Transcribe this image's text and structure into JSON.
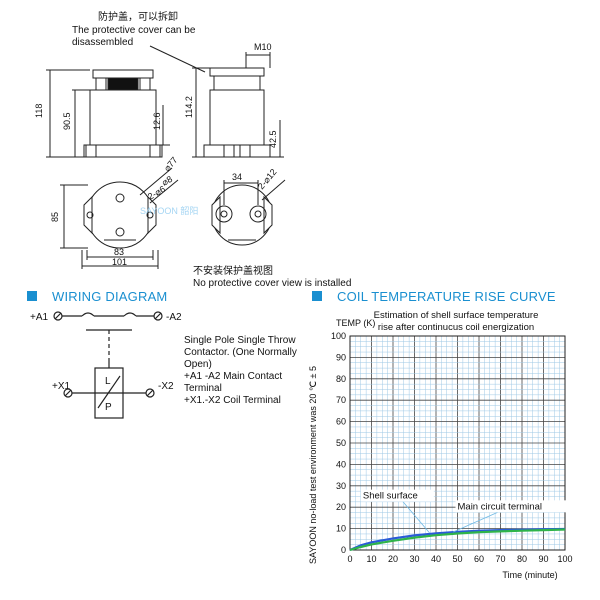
{
  "top_notes": {
    "removable_cover_cn": "防护盖，可以拆卸",
    "removable_cover_en_line1": "The protective cover can be",
    "removable_cover_en_line2": "disassembled",
    "no_cover_cn": "不安装保护盖视图",
    "no_cover_en": "No protective cover view is installed"
  },
  "dimensions": {
    "m10": "M10",
    "d118": "118",
    "d90_5": "90.5",
    "d12_6": "12.6",
    "d114_2": "114.2",
    "d42_5": "42.5",
    "d85": "85",
    "d83": "83",
    "d101": "101",
    "d34": "34",
    "phi77": "⌀77",
    "phi8": "⌀8",
    "phi6": "2-⌀6",
    "phi12": "2-⌀12"
  },
  "watermark": "SAYOON 韶阳",
  "wiring": {
    "title": "WIRING DIAGRAM",
    "a1": "+A1",
    "a2": "-A2",
    "x1": "+X1",
    "x2": "-X2",
    "coil_top": "L",
    "coil_bottom": "P",
    "desc_lines": [
      "Single Pole Single Throw",
      "Contactor. (One Normally",
      "Open)",
      "+A1 -A2  Main Contact",
      "Terminal",
      "+X1.-X2 Coil Terminal"
    ]
  },
  "curve_section": {
    "title": "COIL TEMPERATURE RISE CURVE"
  },
  "chart_data": {
    "type": "line",
    "title_line1": "Estimation of shell surface temperature",
    "title_line2": "rise after continucus coil energization",
    "ylabel": "TEMP (K)",
    "ylabel_side": "SAYOON no-load test environment was 20 ℃ ± 5",
    "xlabel": "Time (minute)",
    "xlim": [
      0,
      100
    ],
    "ylim": [
      0,
      100
    ],
    "x_ticks": [
      0,
      10,
      20,
      30,
      40,
      50,
      60,
      70,
      80,
      90,
      100
    ],
    "y_ticks": [
      0,
      10,
      20,
      30,
      40,
      50,
      60,
      70,
      80,
      90,
      100
    ],
    "grid": true,
    "series": [
      {
        "name": "Shell surface",
        "color": "#2a5bd7",
        "x": [
          0,
          5,
          10,
          20,
          30,
          40,
          50,
          60,
          70,
          80,
          90,
          100
        ],
        "y": [
          0,
          2.2,
          3.6,
          5.4,
          6.8,
          7.8,
          8.5,
          9.0,
          9.3,
          9.5,
          9.7,
          9.8
        ]
      },
      {
        "name": "Main circuit terminal",
        "color": "#2fb44a",
        "x": [
          0,
          5,
          10,
          20,
          30,
          40,
          50,
          60,
          70,
          80,
          90,
          100
        ],
        "y": [
          0,
          1.4,
          2.6,
          4.3,
          5.8,
          6.9,
          7.7,
          8.3,
          8.7,
          9.0,
          9.3,
          9.6
        ]
      }
    ],
    "annotations": [
      {
        "text": "Shell surface",
        "at": {
          "x": 37,
          "y": 8
        }
      },
      {
        "text": "Main circuit terminal",
        "at": {
          "x": 48,
          "y": 8.4
        }
      }
    ]
  }
}
